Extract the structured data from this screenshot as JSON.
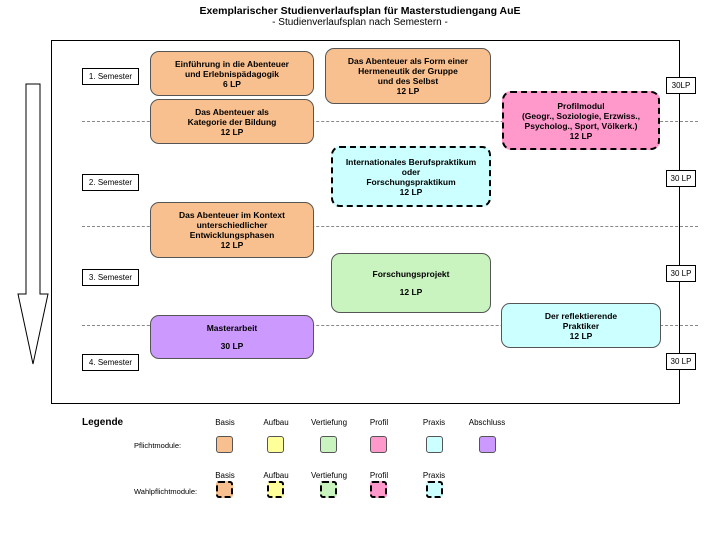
{
  "header": {
    "title": "Exemplarischer Studienverlaufsplan für Masterstudiengang AuE",
    "subtitle": "- Studienverlaufsplan nach Semestern -"
  },
  "semesters": [
    "1. Semester",
    "2. Semester",
    "3. Semester",
    "4. Semester"
  ],
  "semester_credits": [
    "30LP",
    "30 LP",
    "30 LP",
    "30 LP"
  ],
  "modules": [
    {
      "lines": [
        "Einführung in die Abenteuer",
        "und Erlebnispädagogik",
        "6 LP"
      ],
      "category": "Basis",
      "type": "Pflicht"
    },
    {
      "lines": [
        "Das Abenteuer als Form einer",
        "Hermeneutik der Gruppe",
        "und des Selbst",
        "12 LP"
      ],
      "category": "Basis",
      "type": "Pflicht"
    },
    {
      "lines": [
        "Das Abenteuer als",
        "Kategorie der Bildung",
        "12 LP"
      ],
      "category": "Basis",
      "type": "Pflicht"
    },
    {
      "lines": [
        "Profilmodul",
        "(Geogr., Soziologie, Erzwiss.,",
        "Psycholog., Sport, Völkerk.)",
        "12 LP"
      ],
      "category": "Profil",
      "type": "Wahlpflicht"
    },
    {
      "lines": [
        "Internationales Berufspraktikum",
        "oder",
        "Forschungspraktikum",
        "12 LP"
      ],
      "category": "Praxis",
      "type": "Wahlpflicht"
    },
    {
      "lines": [
        "Das Abenteuer im Kontext",
        "unterschiedlicher",
        "Entwicklungsphasen",
        "12 LP"
      ],
      "category": "Basis",
      "type": "Pflicht"
    },
    {
      "lines": [
        "Forschungsprojekt",
        "",
        "12 LP"
      ],
      "category": "Vertiefung",
      "type": "Pflicht"
    },
    {
      "lines": [
        "Masterarbeit",
        "",
        "30 LP"
      ],
      "category": "Abschluss",
      "type": "Pflicht"
    },
    {
      "lines": [
        "Der reflektierende",
        "Praktiker",
        "12 LP"
      ],
      "category": "Praxis",
      "type": "Pflicht"
    }
  ],
  "legend": {
    "title": "Legende",
    "categories": [
      "Basis",
      "Aufbau",
      "Vertiefung",
      "Profil",
      "Praxis",
      "Abschluss"
    ],
    "wahl_categories": [
      "Basis",
      "Aufbau",
      "Vertiefung",
      "Profil",
      "Praxis"
    ],
    "pflicht_label": "Pflichtmodule:",
    "wahl_label": "Wahlpflichtmodule:"
  },
  "colors": {
    "Basis": "#f9c08f",
    "Aufbau": "#ffff99",
    "Vertiefung": "#c9f4c0",
    "Profil": "#ff99cc",
    "Praxis": "#ccffff",
    "Abschluss": "#cc99ff"
  }
}
